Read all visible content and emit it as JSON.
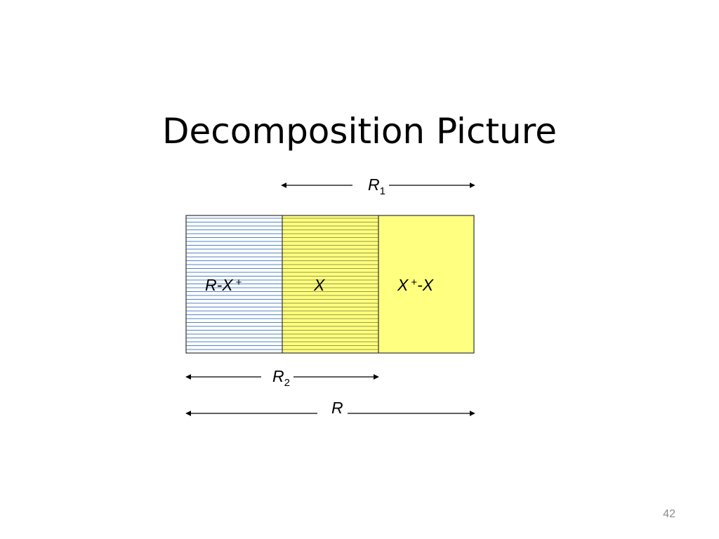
{
  "slide": {
    "title": "Decomposition Picture",
    "page_number": "42"
  },
  "regions": {
    "r_minus_xplus": {
      "main": "R-X",
      "sup": "+"
    },
    "x": {
      "main": "X"
    },
    "xplus_minus_x": {
      "a": "X",
      "sup": "+",
      "b": "-X"
    }
  },
  "dimensions": {
    "r1": {
      "main": "R",
      "sub": "1"
    },
    "r2": {
      "main": "R",
      "sub": "2"
    },
    "r": {
      "main": "R"
    }
  },
  "colors": {
    "hatch_blue": "#4f84c4",
    "hatch_olive": "#9a9a48",
    "yellow_fill": "#ffff80",
    "outline": "#333333"
  }
}
